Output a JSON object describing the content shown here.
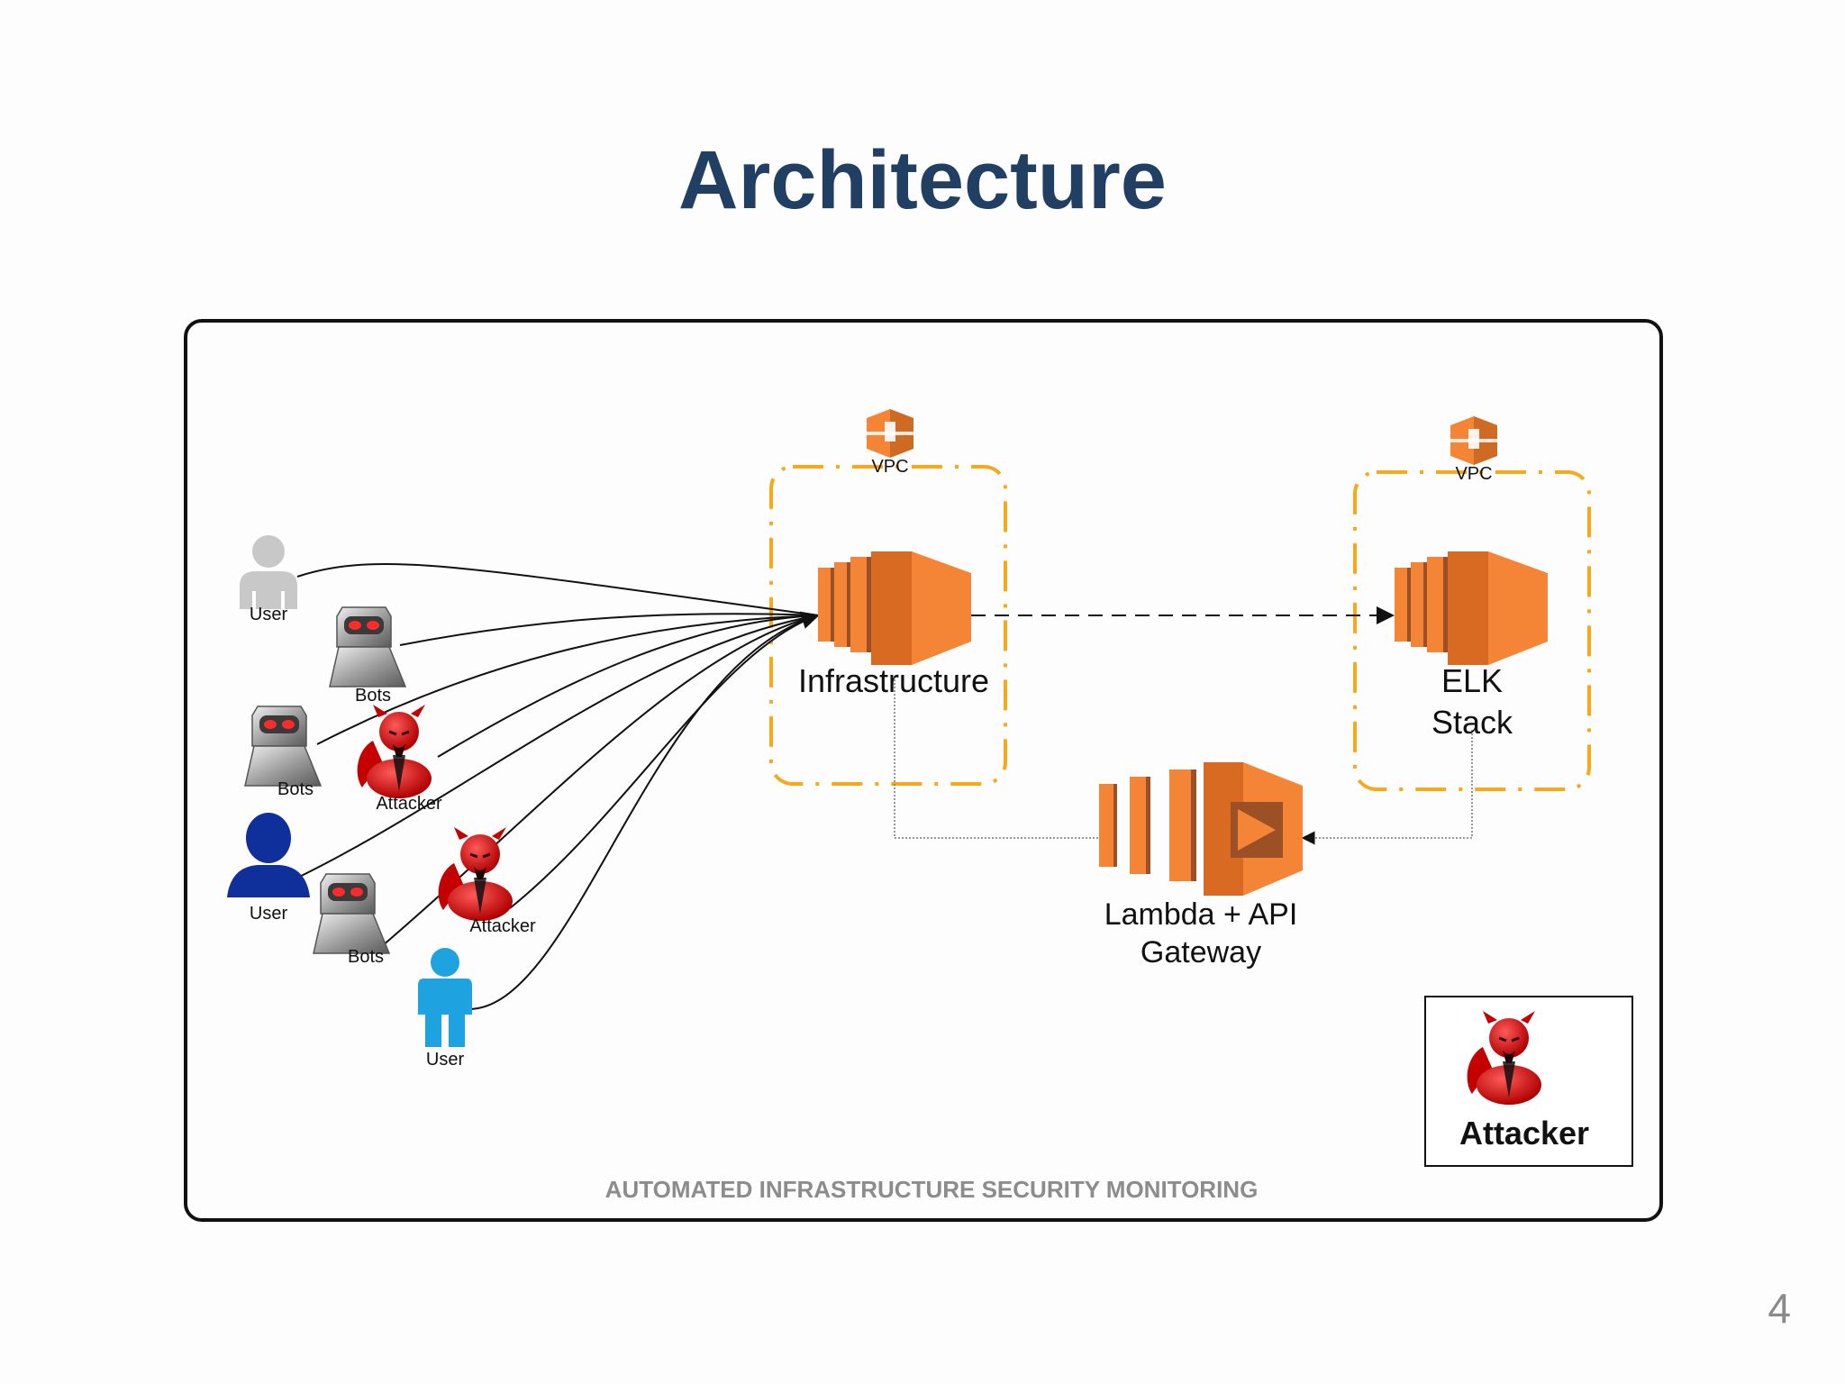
{
  "slide": {
    "title": "Architecture",
    "page_number": "4"
  },
  "diagram": {
    "footer": "AUTOMATED INFRASTRUCTURE SECURITY MONITORING",
    "vpc_label": "VPC",
    "infrastructure_label": "Infrastructure",
    "elk_label_line1": "ELK",
    "elk_label_line2": "Stack",
    "lambda_label_line1": "Lambda + API",
    "lambda_label_line2": "Gateway",
    "actors": [
      {
        "type": "user",
        "label": "User"
      },
      {
        "type": "bot",
        "label": "Bots"
      },
      {
        "type": "bot",
        "label": "Bots"
      },
      {
        "type": "attacker",
        "label": "Attacker"
      },
      {
        "type": "user",
        "label": "User"
      },
      {
        "type": "bot",
        "label": "Bots"
      },
      {
        "type": "attacker",
        "label": "Attacker"
      },
      {
        "type": "user",
        "label": "User"
      }
    ],
    "legend": {
      "label": "Attacker",
      "icon": "devil-attacker-icon"
    }
  },
  "colors": {
    "aws_orange": "#f58536",
    "aws_orange_dark": "#9d5025",
    "title_blue": "#213f63",
    "vpc_border": "#f7a81b",
    "footer_gray": "#8c8c8c"
  }
}
